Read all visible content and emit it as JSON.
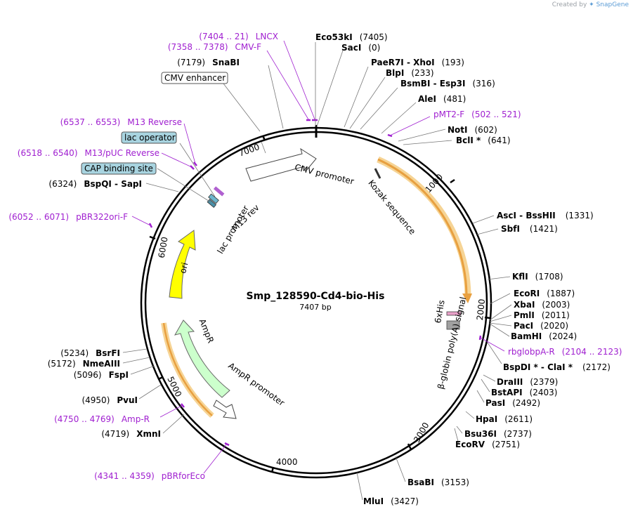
{
  "credit": {
    "prefix": "Created by",
    "brand": "SnapGene"
  },
  "plasmid": {
    "name": "Smp_128590-Cd4-bio-His",
    "length_label": "7407 bp",
    "length": 7407
  },
  "enzymes": [
    {
      "pos": 7405,
      "label": "Eco53kI",
      "site": "(7405)",
      "label_side": "right"
    },
    {
      "pos": 0,
      "label": "SacI",
      "site": "(0)",
      "label_side": "right"
    },
    {
      "pos": 193,
      "label": "PaeR7I  - XhoI",
      "site": "(193)",
      "label_side": "right"
    },
    {
      "pos": 233,
      "label": "BlpI",
      "site": "(233)",
      "label_side": "right"
    },
    {
      "pos": 316,
      "label": "BsmBI  - Esp3I",
      "site": "(316)",
      "label_side": "right"
    },
    {
      "pos": 481,
      "label": "AleI",
      "site": "(481)",
      "label_side": "right"
    },
    {
      "pos": 602,
      "label": "NotI",
      "site": "(602)",
      "label_side": "right"
    },
    {
      "pos": 641,
      "label": "BclI *",
      "site": "(641)",
      "label_side": "right"
    },
    {
      "pos": 1331,
      "label": "AscI  - BssHII",
      "site": "(1331)",
      "label_side": "right"
    },
    {
      "pos": 1421,
      "label": "SbfI",
      "site": "(1421)",
      "label_side": "right"
    },
    {
      "pos": 1708,
      "label": "KflI",
      "site": "(1708)",
      "label_side": "right"
    },
    {
      "pos": 1887,
      "label": "EcoRI",
      "site": "(1887)",
      "label_side": "right"
    },
    {
      "pos": 2003,
      "label": "XbaI",
      "site": "(2003)",
      "label_side": "right"
    },
    {
      "pos": 2011,
      "label": "PmlI",
      "site": "(2011)",
      "label_side": "right"
    },
    {
      "pos": 2020,
      "label": "PacI",
      "site": "(2020)",
      "label_side": "right"
    },
    {
      "pos": 2024,
      "label": "BamHI",
      "site": "(2024)",
      "label_side": "right"
    },
    {
      "pos": 2172,
      "label": "BspDI *  - ClaI *",
      "site": "(2172)",
      "label_side": "right"
    },
    {
      "pos": 2379,
      "label": "DraIII",
      "site": "(2379)",
      "label_side": "right"
    },
    {
      "pos": 2403,
      "label": "BstAPI",
      "site": "(2403)",
      "label_side": "right"
    },
    {
      "pos": 2492,
      "label": "PasI",
      "site": "(2492)",
      "label_side": "right"
    },
    {
      "pos": 2611,
      "label": "HpaI",
      "site": "(2611)",
      "label_side": "right"
    },
    {
      "pos": 2737,
      "label": "Bsu36I",
      "site": "(2737)",
      "label_side": "right"
    },
    {
      "pos": 2751,
      "label": "EcoRV",
      "site": "(2751)",
      "label_side": "right"
    },
    {
      "pos": 3153,
      "label": "BsaBI",
      "site": "(3153)",
      "label_side": "right"
    },
    {
      "pos": 3427,
      "label": "MluI",
      "site": "(3427)",
      "label_side": "right"
    },
    {
      "pos": 4719,
      "label": "XmnI",
      "site": "(4719)",
      "label_side": "left"
    },
    {
      "pos": 4950,
      "label": "PvuI",
      "site": "(4950)",
      "label_side": "left"
    },
    {
      "pos": 5096,
      "label": "FspI",
      "site": "(5096)",
      "label_side": "left"
    },
    {
      "pos": 5172,
      "label": "NmeAIII",
      "site": "(5172)",
      "label_side": "left"
    },
    {
      "pos": 5234,
      "label": "BsrFI",
      "site": "(5234)",
      "label_side": "left"
    },
    {
      "pos": 6324,
      "label": "BspQI  - SapI",
      "site": "(6324)",
      "label_side": "left"
    },
    {
      "pos": 7179,
      "label": "SnaBI",
      "site": "(7179)",
      "label_side": "left"
    }
  ],
  "primers": [
    {
      "label": "LNCX",
      "range": "(7404 .. 21)",
      "label_side": "left"
    },
    {
      "label": "CMV-F",
      "range": "(7358 .. 7378)",
      "label_side": "left"
    },
    {
      "label": "pMT2-F",
      "range": "(502 .. 521)",
      "label_side": "right"
    },
    {
      "label": "rbglobpA-R",
      "range": "(2104 .. 2123)",
      "label_side": "right"
    },
    {
      "label": "Amp-R",
      "range": "(4750 .. 4769)",
      "label_side": "left"
    },
    {
      "label": "pBRforEco",
      "range": "(4341 .. 4359)",
      "label_side": "left"
    },
    {
      "label": "pBR322ori-F",
      "range": "(6052 .. 6071)",
      "label_side": "left"
    },
    {
      "label": "M13/pUC Reverse",
      "range": "(6518 .. 6540)",
      "label_side": "left"
    },
    {
      "label": "M13 Reverse",
      "range": "(6537 .. 6553)",
      "label_side": "left"
    }
  ],
  "boxed_features": [
    {
      "label": "CMV enhancer",
      "fill": "#ffffff"
    },
    {
      "label": "lac operator",
      "fill": "#a8d4e0"
    },
    {
      "label": "CAP binding site",
      "fill": "#a8d4e0"
    }
  ],
  "features": [
    {
      "label": "CMV promoter"
    },
    {
      "label": "Kozak sequence"
    },
    {
      "label": "M13 rev"
    },
    {
      "label": "lac promoter"
    },
    {
      "label": "ori"
    },
    {
      "label": "AmpR"
    },
    {
      "label": "AmpR promoter"
    },
    {
      "label": "6xHis"
    },
    {
      "label": "β-globin poly(A) signal"
    }
  ],
  "ticks": [
    {
      "pos": 1000,
      "label": "1000"
    },
    {
      "pos": 2000,
      "label": "2000"
    },
    {
      "pos": 3000,
      "label": "3000"
    },
    {
      "pos": 4000,
      "label": "4000"
    },
    {
      "pos": 5000,
      "label": "5000"
    },
    {
      "pos": 6000,
      "label": "6000"
    },
    {
      "pos": 7000,
      "label": "7000"
    }
  ],
  "colors": {
    "primer": "#a020d0",
    "orf": "#e8a040",
    "ori": "#ffff00",
    "ampr": "#ccffcc",
    "box_blue": "#a8d4e0"
  }
}
